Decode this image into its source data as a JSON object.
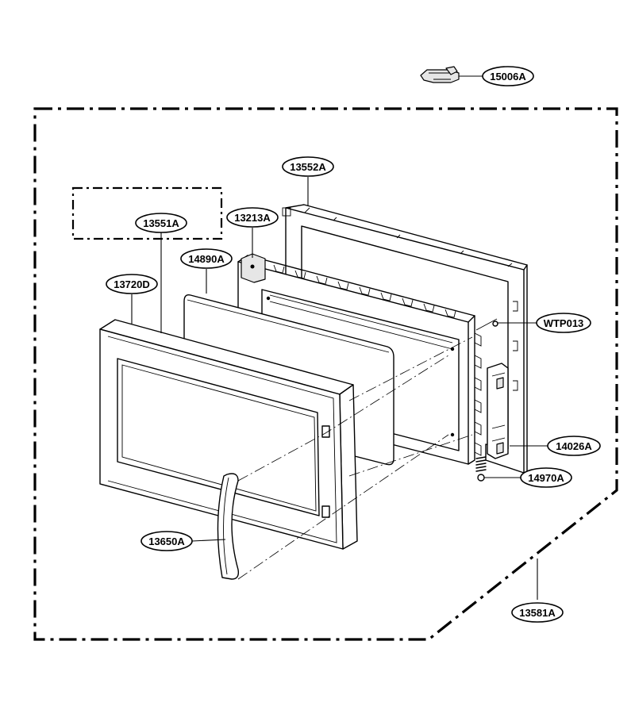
{
  "callouts": {
    "c15006A": "15006A",
    "c13552A": "13552A",
    "c13551A": "13551A",
    "c13213A": "13213A",
    "c14890A": "14890A",
    "c13720D": "13720D",
    "cWTP013": "WTP013",
    "c14026A": "14026A",
    "c14970A": "14970A",
    "c13650A": "13650A",
    "c13581A": "13581A"
  }
}
